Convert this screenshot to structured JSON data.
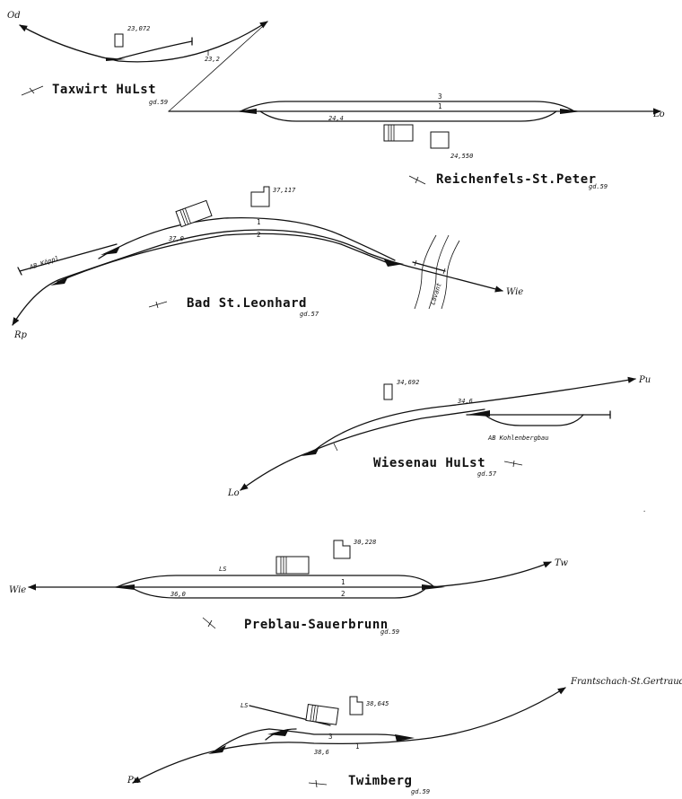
{
  "stations": {
    "taxwirt": {
      "name": "Taxwirt HuLst",
      "code": "gd.59",
      "km_building": "23,072",
      "km_track": "23,2",
      "dir_left": "Od"
    },
    "reichenfels": {
      "name": "Reichenfels-St.Peter",
      "code": "gd.59",
      "km_building": "24,550",
      "km_track": "24,4",
      "track_upper": "3",
      "track_lower": "1",
      "dir_right": "Lo"
    },
    "leonhard": {
      "name": "Bad St.Leonhard",
      "code": "gd.57",
      "km_building": "37,117",
      "km_track": "37,0",
      "track_upper": "1",
      "track_lower": "2",
      "siding": "AB Köppl",
      "river": "Lavant",
      "dir_left": "Rp",
      "dir_right": "Wie"
    },
    "wiesenau": {
      "name": "Wiesenau HuLst",
      "code": "gd.57",
      "km_building": "34,692",
      "km_track": "34,6",
      "siding": "AB Kohlenbergbau",
      "dir_left": "Lo",
      "dir_right": "Pu"
    },
    "preblau": {
      "name": "Preblau-Sauerbrunn",
      "code": "gd.59",
      "km_building": "30,228",
      "km_track": "36,0",
      "track_upper": "1",
      "track_lower": "2",
      "ls": "LS",
      "dir_left": "Wie",
      "dir_right": "Tw"
    },
    "twimberg": {
      "name": "Twimberg",
      "code": "gd.59",
      "km_building": "38,645",
      "km_track": "38,6",
      "track_upper": "3",
      "track_lower": "1",
      "ls": "LS",
      "dir_left": "Pu",
      "dir_right": "Frantschach-St.Gertraud"
    }
  }
}
